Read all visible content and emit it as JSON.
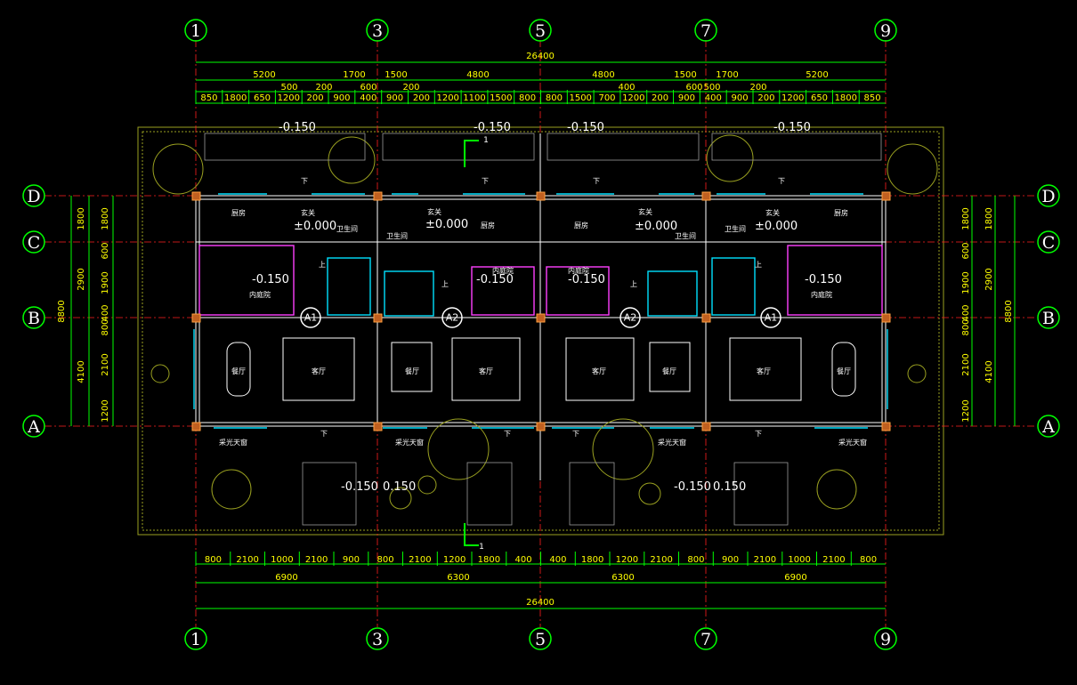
{
  "drawing": {
    "axes_vertical": [
      "1",
      "3",
      "5",
      "7",
      "9"
    ],
    "axes_horizontal": [
      "D",
      "C",
      "B",
      "A"
    ],
    "top_overall": "26400",
    "top_row1": [
      "5200",
      "1700",
      "1500",
      "4800",
      "4800",
      "1500",
      "1700",
      "5200"
    ],
    "top_row2": [
      "500",
      "600",
      "200",
      "200",
      "400",
      "500",
      "600",
      "200"
    ],
    "top_row3": [
      "850",
      "1800",
      "650",
      "1200",
      "200",
      "900",
      "400",
      "900",
      "200",
      "1200",
      "1100",
      "1500",
      "800",
      "800",
      "1500",
      "700",
      "1200",
      "200",
      "900",
      "400",
      "900",
      "200",
      "1200",
      "650",
      "1800",
      "850"
    ],
    "bottom_row1": [
      "800",
      "2100",
      "1000",
      "2100",
      "900",
      "800",
      "2100",
      "1200",
      "1800",
      "400",
      "400",
      "1800",
      "1200",
      "2100",
      "800",
      "900",
      "2100",
      "1000",
      "2100",
      "800"
    ],
    "bottom_row2": [
      "6900",
      "6300",
      "6300",
      "6900"
    ],
    "bottom_overall": "26400",
    "left_dims_outer": "8800",
    "left_dims_mid": [
      "1800",
      "2900",
      "4100"
    ],
    "left_dims_inner": [
      "1800",
      "600",
      "1900",
      "400",
      "800",
      "2100",
      "1200"
    ],
    "right_dims_outer": "8800",
    "right_dims_mid": [
      "1800",
      "2900",
      "4100"
    ],
    "right_dims_inner": [
      "1800",
      "600",
      "1900",
      "400",
      "800",
      "2100",
      "1200"
    ],
    "elevations": {
      "top_1": "-0.150",
      "top_2": "-0.150",
      "top_3": "-0.150",
      "top_4": "-0.150",
      "mid_1": "-0.150",
      "mid_2": "-0.150",
      "mid_3": "-0.150",
      "mid_4": "-0.150",
      "bot_1": "-0.150",
      "bot_2": "0.150",
      "bot_3": "-0.150",
      "bot_4": "0.150",
      "floor_1": "±0.000",
      "floor_2": "±0.000",
      "floor_3": "±0.000",
      "floor_4": "±0.000"
    },
    "unit_tags": [
      "A1",
      "A2",
      "A2",
      "A1"
    ],
    "section_mark": "1",
    "rooms": {
      "kitchen": "厨房",
      "entrance": "玄关",
      "toilet": "卫生间",
      "courtyard": "内庭院",
      "dining": "餐厅",
      "living": "客厅",
      "sunroom": "采光天窗",
      "up": "上",
      "down": "下"
    }
  }
}
